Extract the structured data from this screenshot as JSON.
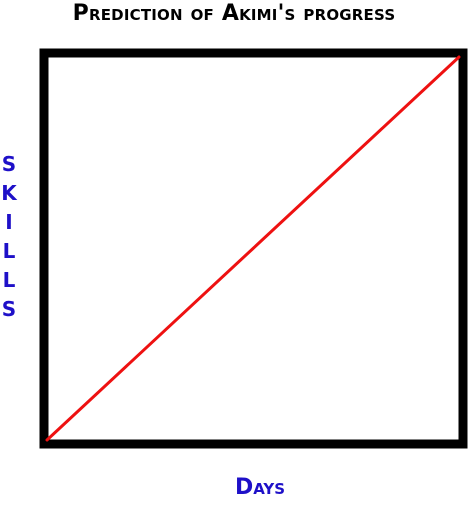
{
  "chart_data": {
    "type": "line",
    "title": "Prediction of Akimi's progress",
    "xlabel": "Days",
    "ylabel": "SKILLS",
    "xlim": [
      0,
      1
    ],
    "ylim": [
      0,
      1
    ],
    "grid": false,
    "series": [
      {
        "color": "#ee1111",
        "x": [
          0,
          1
        ],
        "y": [
          0,
          1
        ]
      }
    ]
  },
  "colors": {
    "title": "#000000",
    "axis_label": "#1e10c8",
    "frame": "#000000"
  }
}
